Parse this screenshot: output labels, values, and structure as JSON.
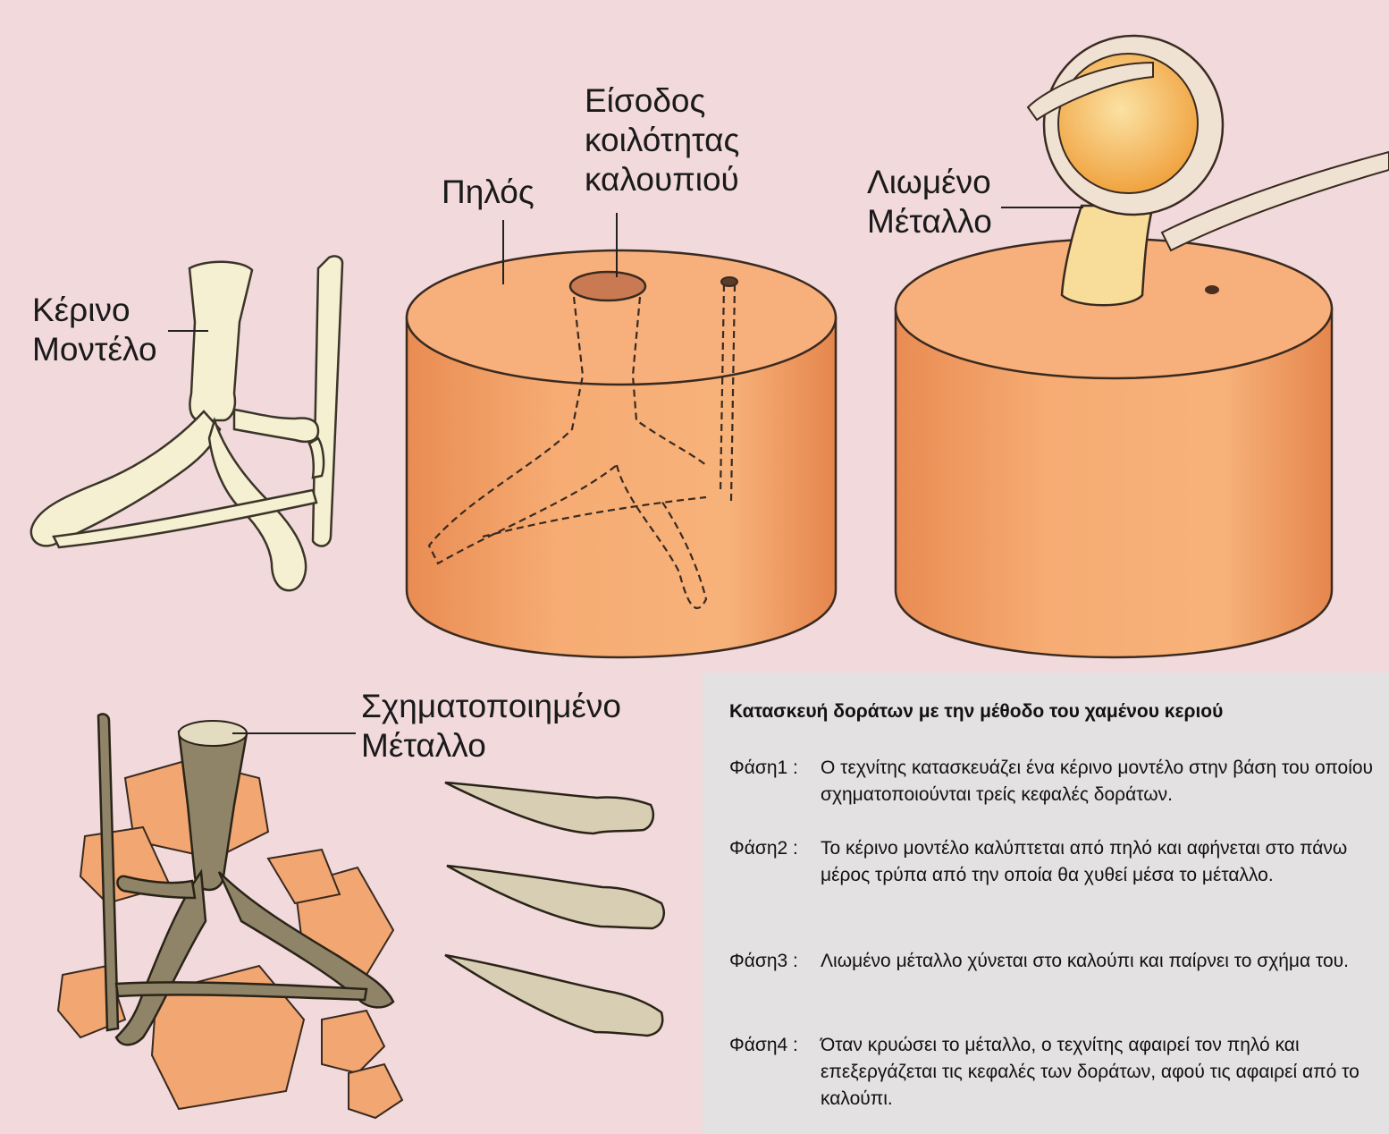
{
  "labels": {
    "wax_model": [
      "Κέρινο",
      "Μοντέλο"
    ],
    "clay": "Πηλός",
    "mold_entry": [
      "Είσοδος",
      "κοιλότητας",
      "καλουπιού"
    ],
    "molten_metal": [
      "Λιωμένο",
      "Μέταλλο"
    ],
    "shaped_metal": [
      "Σχηματοποιημένο",
      "Μέταλλο"
    ]
  },
  "panel": {
    "title": "Κατασκευή δοράτων με την μέθοδο του χαμένου κεριού",
    "phases": [
      {
        "name": "Φάση1 :",
        "text": "Ο τεχνίτης κατασκευάζει ένα κέρινο μοντέλο στην βάση του οποίου σχηματοποιούνται τρείς κεφαλές δοράτων."
      },
      {
        "name": "Φάση2 :",
        "text": "Το κέρινο μοντέλο καλύπτεται από πηλό και αφήνεται στο πάνω μέρος τρύπα από την οποία θα χυθεί μέσα το μέταλλο."
      },
      {
        "name": "Φάση3 :",
        "text": "Λιωμένο μέταλλο χύνεται στο καλούπι και παίρνει το σχήμα του."
      },
      {
        "name": "Φάση4 :",
        "text": "Όταν κρυώσει το μέταλλο, ο τεχνίτης αφαιρεί τον πηλό και επεξεργάζεται τις κεφαλές των δοράτων, αφού τις αφαιρεί από το καλούπι."
      }
    ]
  },
  "colors": {
    "background": "#f1d9dc",
    "clay": "#f4a56c",
    "wax": "#f6f0d2",
    "bronze": "#8f8468",
    "molten": "#f7d58a",
    "panel": "#e3e1e2"
  }
}
